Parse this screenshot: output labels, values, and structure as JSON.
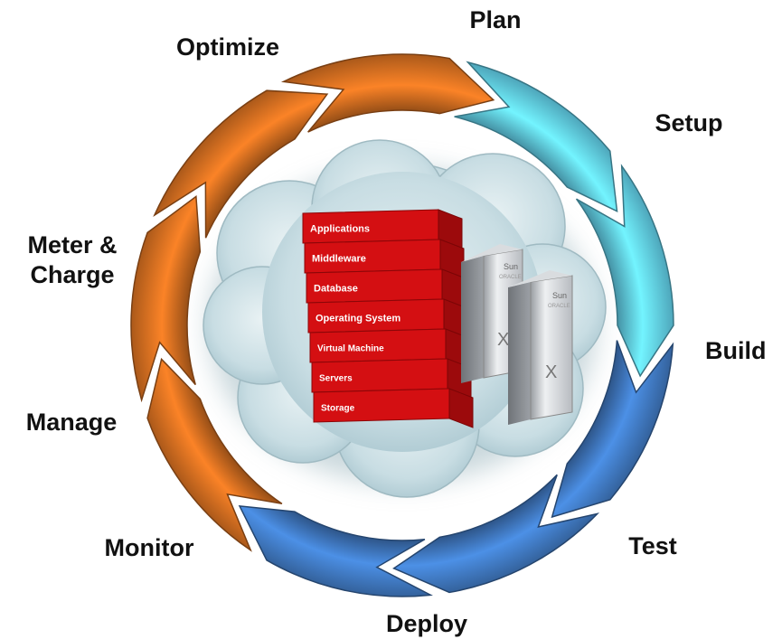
{
  "stages": [
    {
      "label": "Plan",
      "phase": "plan"
    },
    {
      "label": "Setup",
      "phase": "plan"
    },
    {
      "label": "Build",
      "phase": "build"
    },
    {
      "label": "Test",
      "phase": "build"
    },
    {
      "label": "Deploy",
      "phase": "build"
    },
    {
      "label": "Monitor",
      "phase": "operate"
    },
    {
      "label": "Manage",
      "phase": "operate"
    },
    {
      "label": "Meter & Charge",
      "phase": "operate"
    },
    {
      "label": "Optimize",
      "phase": "operate"
    }
  ],
  "stack": {
    "layers": [
      "Applications",
      "Middleware",
      "Database",
      "Operating System",
      "Virtual Machine",
      "Servers",
      "Storage"
    ]
  },
  "server_brand": [
    "Sun",
    "ORACLE"
  ],
  "server_mark": "X",
  "colors": {
    "plan": "#5cc3dc",
    "build": "#3d73b8",
    "operate": "#c9691f",
    "stack_red": "#d40f12",
    "cloud": "#c7dde3"
  }
}
